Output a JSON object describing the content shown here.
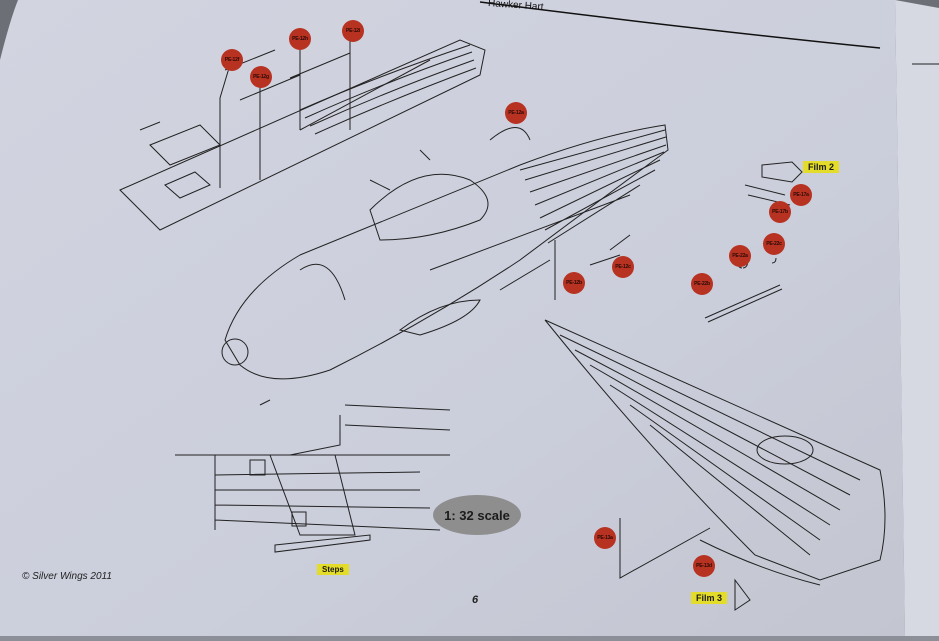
{
  "header": {
    "title": "Hawker Hart"
  },
  "callouts": [
    "PE-12f",
    "PE-12g",
    "PE-12h",
    "PE-12i",
    "PE-12a",
    "PE-12b",
    "PE-12c",
    "PE-17a",
    "PE-17b",
    "PE-22a",
    "PE-22b",
    "PE-22c",
    "PE-13a",
    "PE-13d"
  ],
  "labels": {
    "film2": "Film 2",
    "film3": "Film 3",
    "steps": "Steps",
    "scale": "1: 32 scale"
  },
  "footer": {
    "copyright": "Silver Wings 2011",
    "page_number": "6"
  },
  "colors": {
    "paper": "#cdd0dc",
    "callout": "#b83222",
    "highlight": "#e3dc2a"
  }
}
